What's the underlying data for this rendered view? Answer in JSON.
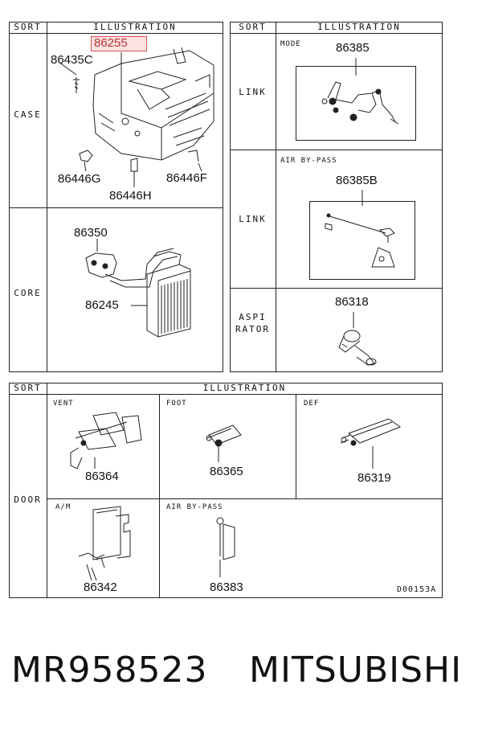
{
  "table1": {
    "sort_header": "SORT",
    "illustration_header": "ILLUSTRATION",
    "case": {
      "sort": "CASE",
      "parts": [
        "86255",
        "86435C",
        "86446G",
        "86446H",
        "86446F"
      ]
    },
    "core": {
      "sort": "CORE",
      "parts": [
        "86350",
        "86245"
      ]
    }
  },
  "table2": {
    "sort_header": "SORT",
    "illustration_header": "ILLUSTRATION",
    "link_mode": {
      "sort": "LINK",
      "sub": "MODE",
      "part": "86385"
    },
    "link_bypass": {
      "sort": "LINK",
      "sub": "AIR BY-PASS",
      "part": "86385B"
    },
    "aspirator": {
      "sort": "ASPI RATOR",
      "part": "86318"
    }
  },
  "table3": {
    "sort_header": "SORT",
    "illustration_header": "ILLUSTRATION",
    "sort": "DOOR",
    "cells": [
      {
        "sub": "VENT",
        "part": "86364"
      },
      {
        "sub": "FOOT",
        "part": "86365"
      },
      {
        "sub": "DEF",
        "part": "86319"
      },
      {
        "sub": "A/M",
        "part": "86342"
      },
      {
        "sub": "AIR BY-PASS",
        "part": "86383"
      }
    ],
    "drawing_code": "D00153A"
  },
  "footer": {
    "part_number": "MR958523",
    "brand": "MITSUBISHI"
  },
  "colors": {
    "highlight_fill": "#fde2e2",
    "highlight_border": "#e05050",
    "line": "#222222"
  }
}
